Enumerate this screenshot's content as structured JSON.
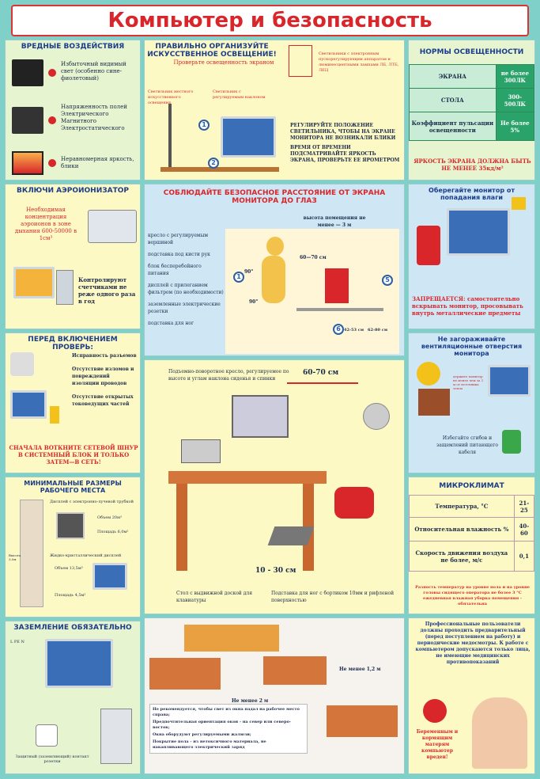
{
  "title": "Компьютер и безопасность",
  "harmful": {
    "heading": "ВРЕДНЫЕ ВОЗДЕЙСТВИЯ",
    "items": [
      "Избыточный видимый свет (особенно сине-фиолетовый)",
      "Напряженность полей Электрического Магнитного Электростатического",
      "Неравномерная яркость, блики"
    ]
  },
  "lighting": {
    "heading": "ПРАВИЛЬНО ОРГАНИЗУЙТЕ ИСКУССТВЕННОЕ ОСВЕЩЕНИЕ!",
    "subheading": "Проверьте освещенность экраном",
    "note_top": "Светильники с электронным пускорегулирующим аппаратом и люминесцентными лампами ЛБ, ЛТБ, ЛЕЦ",
    "note_left": "Светильник местного искусственного освещения",
    "note_right": "Светильник с регулируемым наклоном",
    "bullets": [
      "РЕГУЛИРУЙТЕ ПОЛОЖЕНИЕ СВЕТИЛЬНИКА, ЧТОБЫ НА ЭКРАНЕ МОНИТОРА НЕ ВОЗНИКАЛИ БЛИКИ",
      "ВРЕМЯ ОТ ВРЕМЕНИ ПОДСМАТРИВАЙТЕ ЯРКОСТЬ ЭКРАНА, ПРОВЕРЬТЕ ЕЕ ЯРОМЕТРОМ"
    ]
  },
  "norms": {
    "heading": "НОРМЫ ОСВЕЩЕННОСТИ",
    "rows": [
      [
        "ЭКРАНА",
        "не более 300ЛК"
      ],
      [
        "СТОЛА",
        "300-500ЛК"
      ],
      [
        "Коэффициент пульсации освещенности",
        "Не более 5%"
      ]
    ],
    "footer": "ЯРКОСТЬ ЭКРАНА ДОЛЖНА БЫТЬ НЕ МЕНЕЕ 35кд/м²"
  },
  "ionizer": {
    "heading": "ВКЛЮЧИ АЭРОИОНИЗАТОР",
    "text1": "Необходимая концентрация аэроионов в зоне дыхания 600-50000 в 1см³",
    "text2": "Контролируют счетчиками не реже одного раза в год"
  },
  "distance": {
    "heading": "СОБЛЮДАЙТЕ БЕЗОПАСНОЕ РАССТОЯНИЕ ОТ ЭКРАНА МОНИТОРА ДО ГЛАЗ",
    "height_label": "высота помещения не менее — 3 м",
    "items": [
      "кресло с регулируемым вершиной",
      "подставка под кисти рук",
      "блок бесперебойного питания",
      "дисплей с прилеганием фильтром (по необходимости)",
      "заземленные электрические розетки",
      "подставка для ног"
    ],
    "measure1": "60—70 см",
    "measure2": "42-53 см",
    "measure3": "62-80 см",
    "angle1": "90°",
    "angle2": "90°"
  },
  "moisture": {
    "heading": "Оберегайте монитор от попадания влаги",
    "forbidden": "ЗАПРЕЩАЕТСЯ: самостоятельно вскрывать монитор, просовывать внутрь металлические предметы"
  },
  "before": {
    "heading": "ПЕРЕД ВКЛЮЧЕНИЕМ ПРОВЕРЬ:",
    "items": [
      "Исправность разъемов",
      "Отсутствие изломов и повреждений изоляции проводов",
      "Отсутствие открытых токоведущих частей"
    ],
    "footer": "СНАЧАЛА ВОТКНИТЕ СЕТЕВОЙ ШНУР В СИСТЕМНЫЙ БЛОК И ТОЛЬКО ЗАТЕМ—В СЕТЬ!"
  },
  "chair_label": "Подъемно-поворотное кресло, регулируемое по высоте и углам наклона сиденья и спинки",
  "desk": {
    "distance_top": "60-70 см",
    "distance_bottom": "10 - 30 см",
    "label_table": "Стол с выдвижной доской для клавиатуры",
    "label_footrest": "Подставка для ног с бортиком 10мм и рифленой поверхностью"
  },
  "vent": {
    "heading": "Не загораживайте вентиляционные отверстия монитора",
    "warn": "держите монитор не менее чем за 1 м от источника тепла",
    "cable": "Избегайте сгибов и защемлений питающего кабеля"
  },
  "workplace": {
    "heading": "МИНИМАЛЬНЫЕ РАЗМЕРЫ РАБОЧЕГО МЕСТА",
    "crt": "Дисплей с электронно-лучевой трубкой",
    "crt_area": "Объем 20м³",
    "crt_floor": "Площадь 6,0м²",
    "lcd": "Жидко-кристаллический дисплей",
    "lcd_area": "Объем 13,5м³",
    "lcd_floor": "Площадь 4,5м²",
    "height": "Высота 3,0м"
  },
  "micro": {
    "heading": "МИКРОКЛИМАТ",
    "rows": [
      [
        "Температура, °С",
        "21-25"
      ],
      [
        "Относительная влажность %",
        "40-60"
      ],
      [
        "Скорость движения воздуха не более, м/с",
        "0,1"
      ]
    ],
    "note": "Разность температур на уровне пола и на уровне головы сидящего оператора не более 3 °С ежедневная влажная уборка помещения - обязательна"
  },
  "ground": {
    "heading": "ЗАЗЕМЛЕНИЕ ОБЯЗАТЕЛЬНО",
    "socket": "Защитный (заземляющий) контакт розетки",
    "pe": "L PE N"
  },
  "office": {
    "measure1": "Не менее 1,2 м",
    "measure2": "Не менее 2 м",
    "items": [
      "Не рекомендуется, чтобы свет из окна падал на рабочее место справа;",
      "Предпочтительная ориентация окон - на север или северо-восток;",
      "Окна оборудуют регулируемыми жалюзи;",
      "Покрытие пола - из нетоксичного материала, не накапливающего электрический заряд"
    ]
  },
  "medical": {
    "text": "Профессиональные пользователи должны проходить предварительный (перед поступлением на работу) и периодические медосмотры. К работе с компьютером допускаются только лица, не имеющие медицинских противопоказаний",
    "pregnant": "Беременным и кормящим матерям компьютер вреден!"
  },
  "colors": {
    "accent": "#d8262b",
    "heading": "#1b3d8c",
    "panel": "#fdf9c4",
    "table": "#2aa36a"
  }
}
